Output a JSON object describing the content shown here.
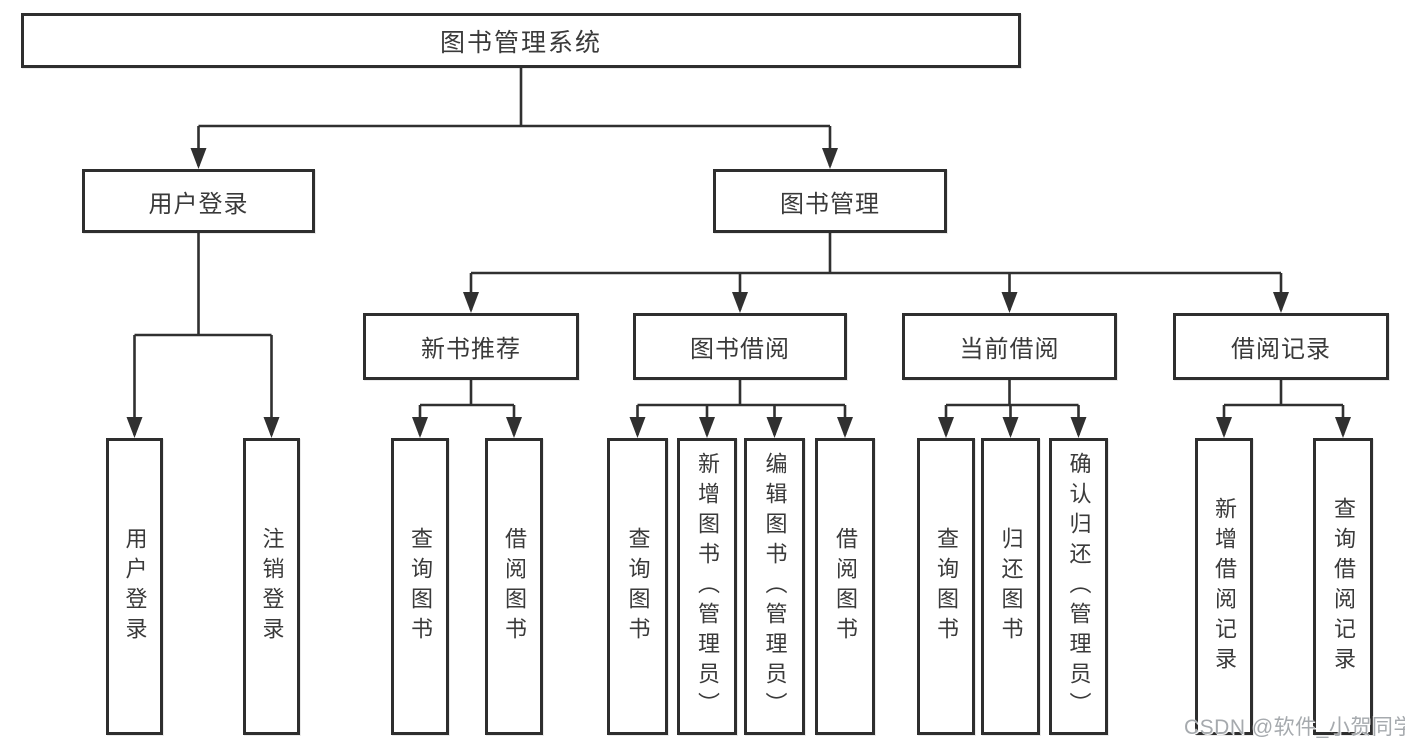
{
  "tree": {
    "label": "图书管理系统",
    "children": [
      {
        "label": "用户登录",
        "children": [
          {
            "label": "用户登录"
          },
          {
            "label": "注销登录"
          }
        ]
      },
      {
        "label": "图书管理",
        "children": [
          {
            "label": "新书推荐",
            "children": [
              {
                "label": "查询图书"
              },
              {
                "label": "借阅图书"
              }
            ]
          },
          {
            "label": "图书借阅",
            "children": [
              {
                "label": "查询图书"
              },
              {
                "label": "新增图书（管理员）"
              },
              {
                "label": "编辑图书（管理员）"
              },
              {
                "label": "借阅图书"
              }
            ]
          },
          {
            "label": "当前借阅",
            "children": [
              {
                "label": "查询图书"
              },
              {
                "label": "归还图书"
              },
              {
                "label": "确认归还（管理员）"
              }
            ]
          },
          {
            "label": "借阅记录",
            "children": [
              {
                "label": "新增借阅记录"
              },
              {
                "label": "查询借阅记录"
              }
            ]
          }
        ]
      }
    ]
  },
  "watermark": "CSDN @软件_小贺同学",
  "colors": {
    "line": "#303030",
    "border": "#2e2e2e",
    "text": "#3a3a3a",
    "background": "#ffffff",
    "watermark": "#a6aaae"
  }
}
